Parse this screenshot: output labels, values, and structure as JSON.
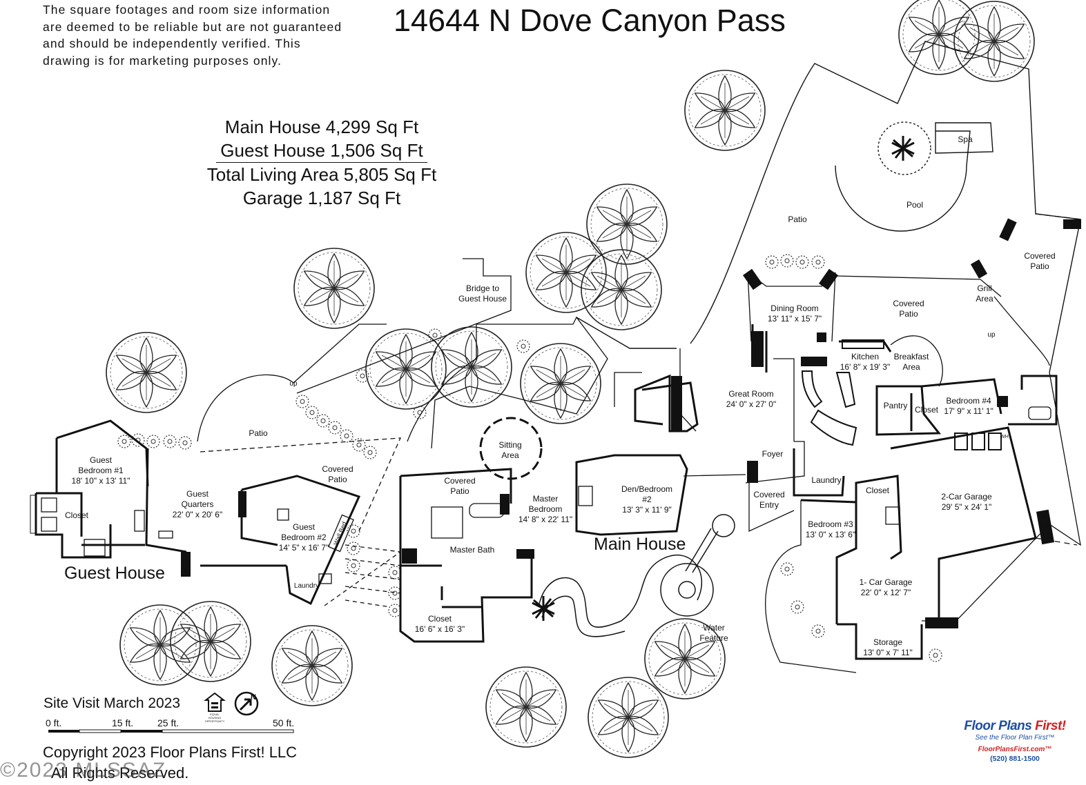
{
  "disclaimer": [
    "The square footages and room size information",
    "are deemed to be reliable but are not guaranteed",
    "and should be independently verified. This",
    "drawing is for marketing purposes only."
  ],
  "title": "14644 N Dove Canyon Pass",
  "areas": {
    "main_house": "Main House 4,299 Sq Ft",
    "guest_house": "Guest House 1,506 Sq Ft",
    "total": "Total Living Area 5,805 Sq Ft",
    "garage": "Garage 1,187 Sq Ft"
  },
  "rooms": {
    "spa": "Spa",
    "pool": "Pool",
    "patio_top": "Patio",
    "covered_patio_right": [
      "Covered",
      "Patio"
    ],
    "grill_area": [
      "Grill",
      "Area"
    ],
    "up_right": "up",
    "dining_room": [
      "Dining Room",
      "13' 11\" x 15' 7\""
    ],
    "covered_patio_mid": [
      "Covered",
      "Patio"
    ],
    "kitchen": [
      "Kitchen",
      "16' 8\" x 19' 3\""
    ],
    "breakfast": [
      "Breakfast",
      "Area"
    ],
    "bridge": [
      "Bridge to",
      "Guest House"
    ],
    "great_room": [
      "Great Room",
      "24' 0\" x 27' 0\""
    ],
    "pantry": "Pantry",
    "closet_b4": "Closet",
    "bedroom4": [
      "Bedroom #4",
      "17' 9\" x 11' 1\""
    ],
    "wh": "WH",
    "sitting": [
      "Sitting",
      "Area"
    ],
    "foyer": "Foyer",
    "laundry_main": "Laundry",
    "covered_entry": [
      "Covered",
      "Entry"
    ],
    "closet_b3": "Closet",
    "two_car": [
      "2-Car Garage",
      "29' 5\" x 24' 1\""
    ],
    "covered_patio_mb": [
      "Covered",
      "Patio"
    ],
    "master_bedroom": [
      "Master",
      "Bedroom",
      "14' 8\" x 22' 11\""
    ],
    "den": [
      "Den/Bedroom",
      "#2",
      "13' 3\" x 11' 9\""
    ],
    "bedroom3": [
      "Bedroom #3",
      "13' 0\" x 13' 6\""
    ],
    "master_bath": "Master Bath",
    "one_car": [
      "1- Car Garage",
      "22' 0\" x 12' 7\""
    ],
    "closet_master": [
      "Closet",
      "16' 6\" x 16' 3\""
    ],
    "storage": [
      "Storage",
      "13' 0\" x 7' 11\""
    ],
    "water_feature": [
      "Water",
      "Feature"
    ],
    "patio_guest": "Patio",
    "up_guest": "up",
    "guest_bedroom1": [
      "Guest",
      "Bedroom #1",
      "18' 10\" x 13' 11\""
    ],
    "guest_quarters": [
      "Guest",
      "Quarters",
      "22' 0\" x 20' 6\""
    ],
    "covered_patio_guest": [
      "Covered",
      "Patio"
    ],
    "guest_bedroom2": [
      "Guest",
      "Bedroom #2",
      "14' 5\" x 16' 7\""
    ],
    "closet_guest": "Closet",
    "laundry_guest": "Laundry",
    "wall_bed": "Wall Bed"
  },
  "section_labels": {
    "main_house": "Main House",
    "guest_house": "Guest House"
  },
  "footer": {
    "site_visit": "Site Visit March 2023",
    "scale": [
      "0 ft.",
      "15 ft.",
      "25 ft.",
      "50 ft."
    ],
    "copyright": "Copyright 2023 Floor Plans First! LLC",
    "rights": "All Rights Reserved.",
    "watermark": "©2023 MLSSAZ",
    "eho": [
      "EQUAL",
      "HOUSING",
      "OPPORTUNITY"
    ],
    "compass": "N"
  },
  "brand": {
    "name_part1": "Floor Plans ",
    "name_part2": "First!",
    "tagline": "See the Floor Plan First™",
    "url": "FloorPlansFirst.com™",
    "phone": "(520) 881-1500"
  },
  "colors": {
    "ink": "#111111",
    "brand_blue": "#1b4fa3",
    "brand_red": "#d42020"
  },
  "icons": [
    "tree-icon",
    "shrub-icon",
    "palm-icon",
    "compass-icon",
    "equal-housing-icon"
  ]
}
